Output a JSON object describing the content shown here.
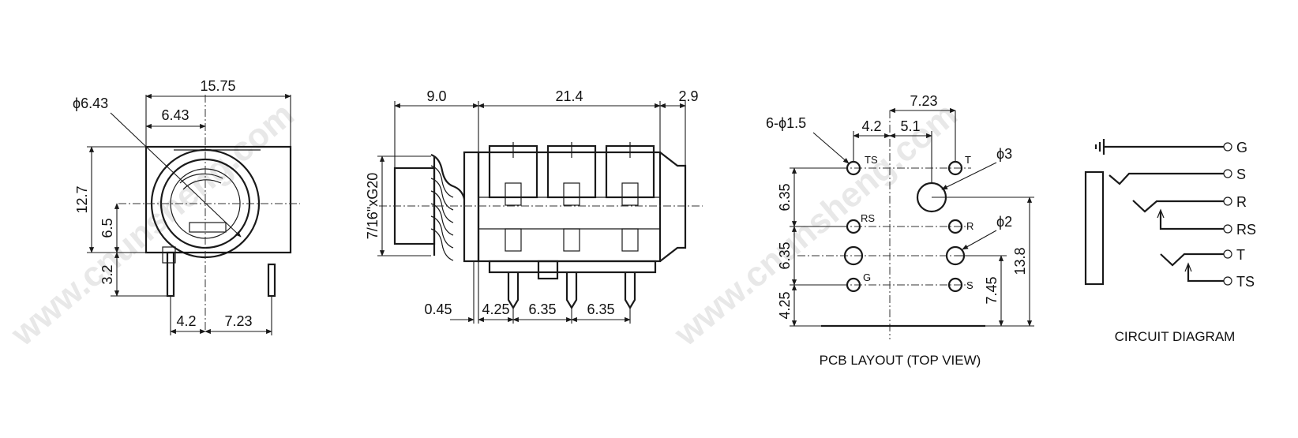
{
  "watermark": "www.cnunsheng.com",
  "front_view": {
    "dims": {
      "hole_dia": "ϕ6.43",
      "width": "15.75",
      "opening": "6.43",
      "height": "12.7",
      "center_h": "6.5",
      "pin_h": "3.2",
      "pin_a": "4.2",
      "pin_b": "7.23"
    }
  },
  "side_view": {
    "dims": {
      "thread_len": "9.0",
      "body_len": "21.4",
      "tail_len": "2.9",
      "thread_spec": "7/16\"xG20",
      "offset": "0.45",
      "p1": "4.25",
      "p2": "6.35",
      "p3": "6.35"
    }
  },
  "pcb_layout": {
    "caption": "PCB LAYOUT (TOP VIEW)",
    "dims": {
      "holes": "6-ϕ1.5",
      "d1": "7.23",
      "d2": "4.2",
      "d3": "5.1",
      "big_hole": "ϕ3",
      "mid_hole": "ϕ2",
      "v1": "6.35",
      "v2": "6.35",
      "v3": "4.25",
      "v4": "7.45",
      "v5": "13.8"
    },
    "pins": {
      "ts": "TS",
      "t": "T",
      "rs": "RS",
      "r": "R",
      "g": "G",
      "s": "S"
    }
  },
  "circuit": {
    "caption": "CIRCUIT DIAGRAM",
    "labels": {
      "g": "G",
      "s": "S",
      "r": "R",
      "rs": "RS",
      "t": "T",
      "ts": "TS"
    }
  }
}
